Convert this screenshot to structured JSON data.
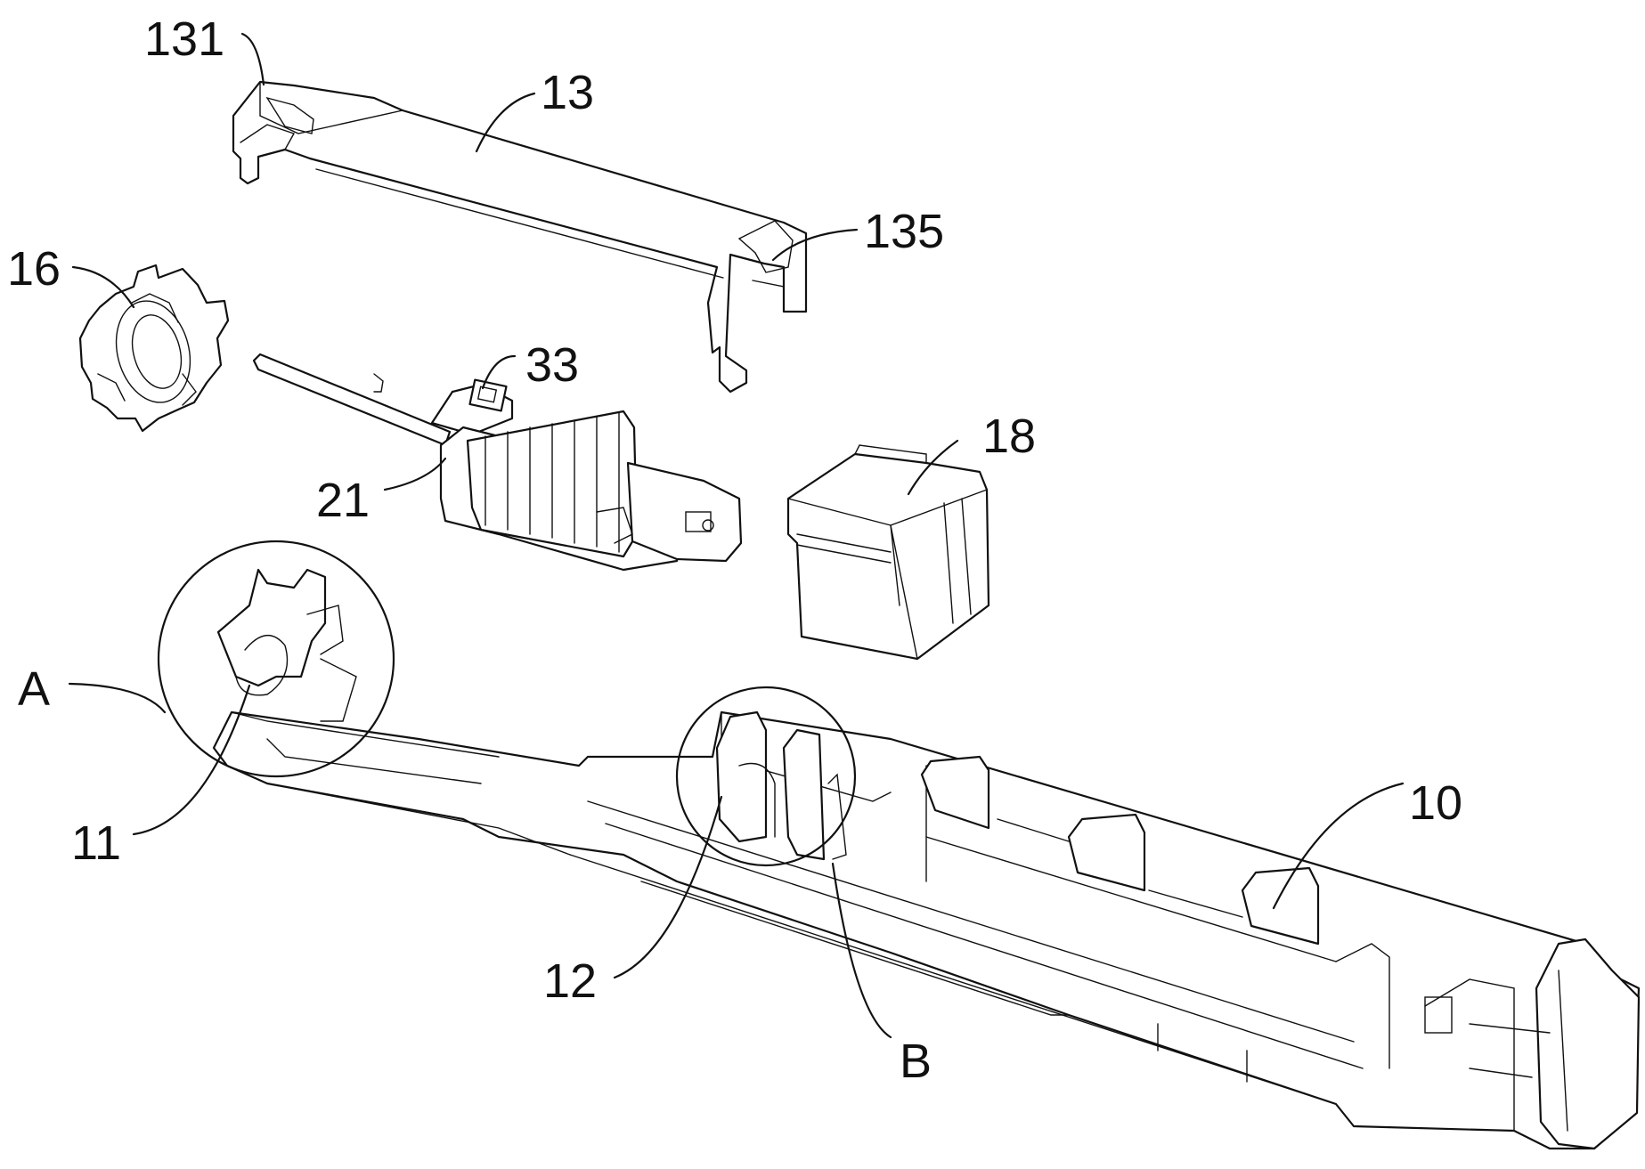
{
  "figure": {
    "labels": {
      "l131": "131",
      "l13": "13",
      "l135": "135",
      "l16": "16",
      "l33": "33",
      "l18": "18",
      "l21": "21",
      "lA": "A",
      "l11": "11",
      "l10": "10",
      "l12": "12",
      "lB": "B"
    }
  }
}
